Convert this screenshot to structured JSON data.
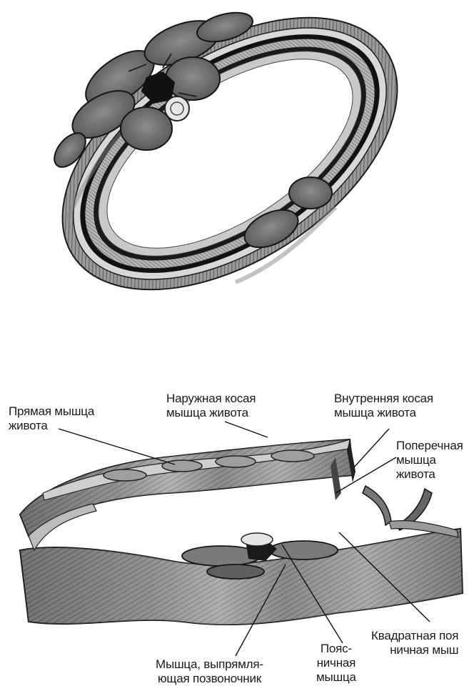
{
  "figure": {
    "labels": {
      "rectus": "Прямая мышца\nживота",
      "external_oblique": "Наружная косая\nмышца живота",
      "internal_oblique": "Внутренняя косая\nмышца живота",
      "transversus": "Поперечная\nмышца\nживота",
      "quadratus": "Квадратная поя\nничная мыш",
      "psoas": "Пояс-\nничная\nмышца",
      "erector": "Мышца, выпрямля-\nющая позвоночник"
    }
  }
}
